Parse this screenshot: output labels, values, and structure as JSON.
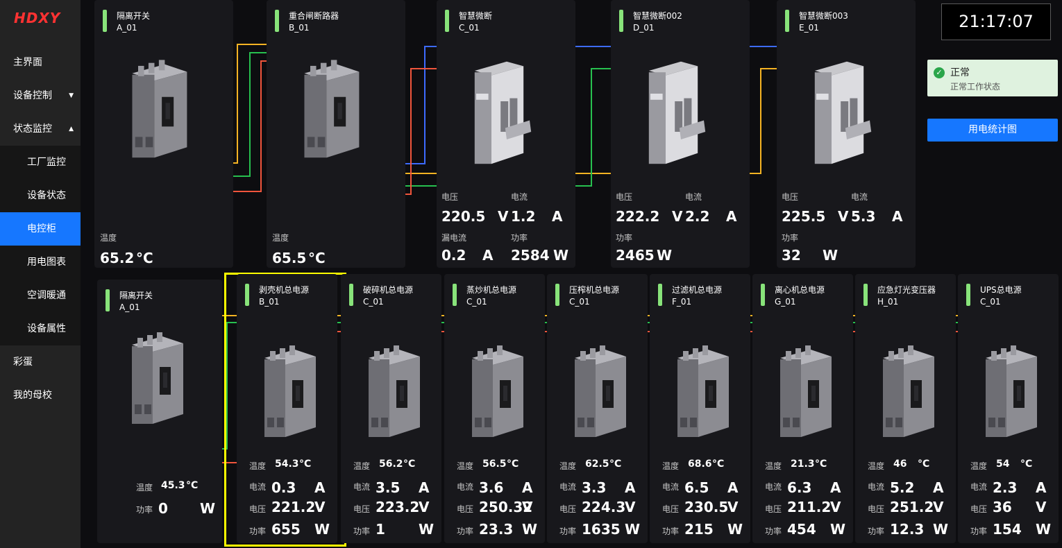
{
  "app": {
    "logo": "HDXY"
  },
  "sidebar": {
    "items": [
      {
        "label": "主界面",
        "level": "top",
        "arrow": ""
      },
      {
        "label": "设备控制",
        "level": "top",
        "arrow": "▼"
      },
      {
        "label": "状态监控",
        "level": "top",
        "arrow": "▲"
      },
      {
        "label": "工厂监控",
        "level": "sub",
        "arrow": ""
      },
      {
        "label": "设备状态",
        "level": "sub",
        "arrow": ""
      },
      {
        "label": "电控柜",
        "level": "sub",
        "arrow": "",
        "active": true
      },
      {
        "label": "用电图表",
        "level": "sub",
        "arrow": ""
      },
      {
        "label": "空调暖通",
        "level": "sub",
        "arrow": ""
      },
      {
        "label": "设备属性",
        "level": "sub",
        "arrow": ""
      },
      {
        "label": "彩蛋",
        "level": "top",
        "arrow": ""
      },
      {
        "label": "我的母校",
        "level": "top",
        "arrow": ""
      }
    ]
  },
  "clock": "21:17:07",
  "status": {
    "title": "正常",
    "desc": "正常工作状态",
    "color": "#2aa64a"
  },
  "chart_button": "用电统计图",
  "labels": {
    "temperature": "温度",
    "voltage": "电压",
    "current": "电流",
    "leakage": "漏电流",
    "power": "功率"
  },
  "units": {
    "V": "V",
    "A": "A",
    "W": "W",
    "C": "°C"
  },
  "wire_colors": {
    "red": "#f0553c",
    "green": "#27c04f",
    "yellow": "#f5b323",
    "blue": "#3d6bff"
  },
  "top_devices": [
    {
      "name": "隔离开关",
      "id": "A_01",
      "temperature": "65.2",
      "icon": "isolation-switch-icon"
    },
    {
      "name": "重合闸断路器",
      "id": "B_01",
      "temperature": "65.5",
      "icon": "recloser-breaker-icon"
    },
    {
      "name": "智慧微断",
      "id": "C_01",
      "voltage": "220.5",
      "current": "1.2",
      "leakage": "0.2",
      "power": "2584",
      "icon": "smart-mcb-icon"
    },
    {
      "name": "智慧微断002",
      "id": "D_01",
      "voltage": "222.2",
      "current": "2.2",
      "power": "2465",
      "icon": "smart-mcb-icon"
    },
    {
      "name": "智慧微断003",
      "id": "E_01",
      "voltage": "225.5",
      "current": "5.3",
      "power": "32",
      "icon": "smart-mcb-icon"
    }
  ],
  "bottom_isolation": {
    "name": "隔离开关",
    "id": "A_01",
    "temperature": "45.3",
    "power": "0"
  },
  "bottom_devices": [
    {
      "name": "剥壳机总电源",
      "id": "B_01",
      "temperature": "54.3",
      "current": "0.3",
      "voltage": "221.2",
      "power": "655"
    },
    {
      "name": "破碎机总电源",
      "id": "C_01",
      "temperature": "56.2",
      "current": "3.5",
      "voltage": "223.2",
      "power": "1"
    },
    {
      "name": "蒸炒机总电源",
      "id": "C_01",
      "temperature": "56.5",
      "current": "3.6",
      "voltage": "250.32",
      "power": "23.3"
    },
    {
      "name": "压榨机总电源",
      "id": "C_01",
      "temperature": "62.5",
      "current": "3.3",
      "voltage": "224.3",
      "power": "1635"
    },
    {
      "name": "过滤机总电源",
      "id": "F_01",
      "temperature": "68.6",
      "current": "6.5",
      "voltage": "230.5",
      "power": "215"
    },
    {
      "name": "离心机总电源",
      "id": "G_01",
      "temperature": "21.3",
      "current": "6.3",
      "voltage": "211.2",
      "power": "454"
    },
    {
      "name": "应急灯光变压器",
      "id": "H_01",
      "temperature": "46",
      "current": "5.2",
      "voltage": "251.2",
      "power": "12.3"
    },
    {
      "name": "UPS总电源",
      "id": "C_01",
      "temperature": "54",
      "current": "2.3",
      "voltage": "36",
      "power": "154"
    }
  ]
}
